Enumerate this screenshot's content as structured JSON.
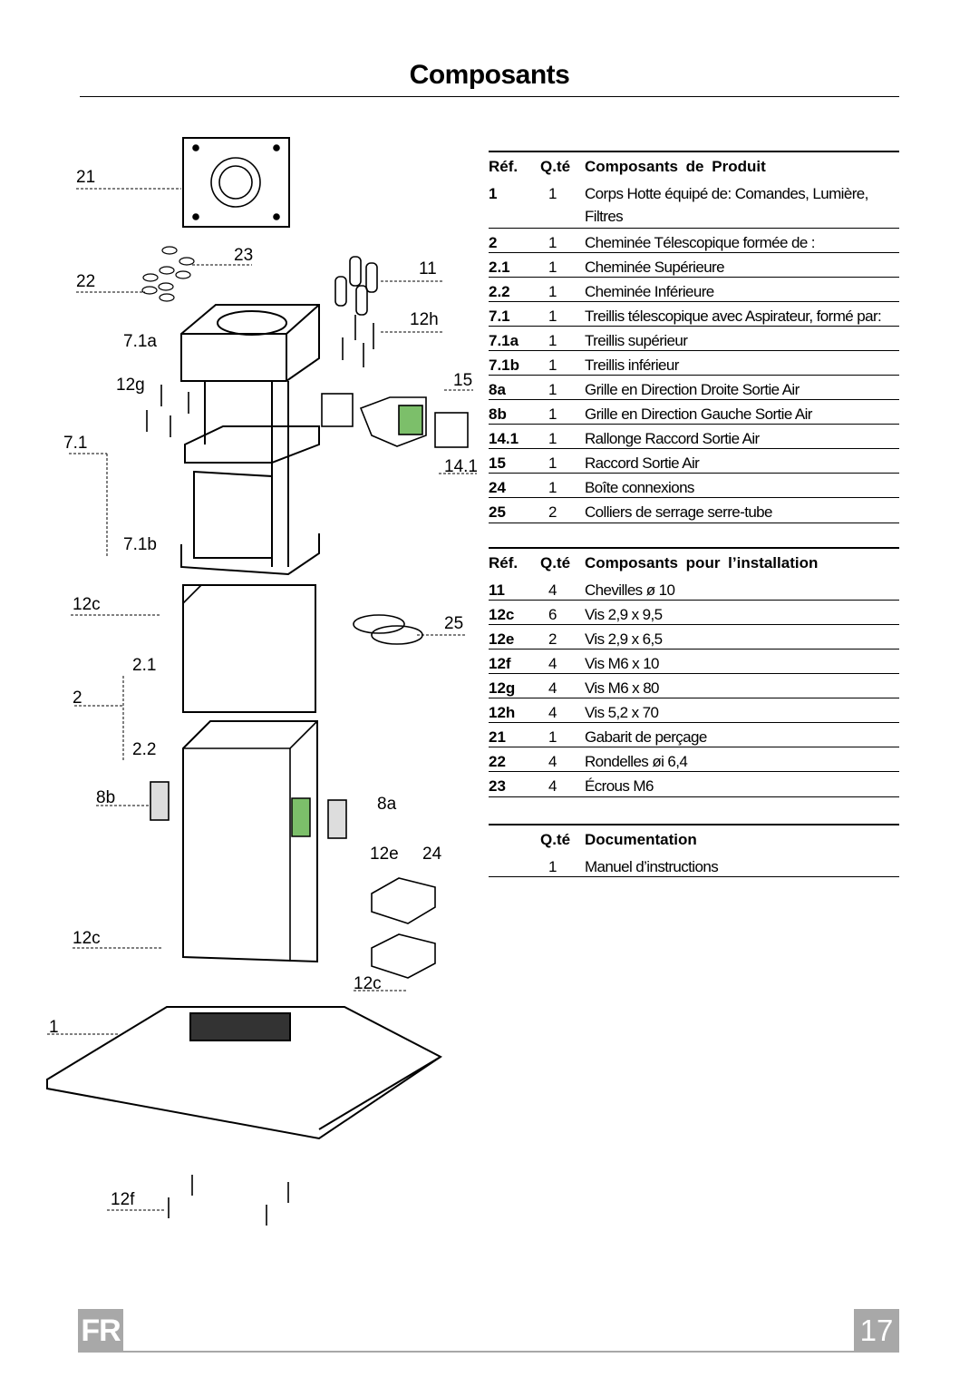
{
  "page_title": "Composants",
  "diagram_labels": {
    "l21": "21",
    "l23": "23",
    "l22": "22",
    "l11": "11",
    "l12h": "12h",
    "l71a": "7.1a",
    "l12g": "12g",
    "l15": "15",
    "l71": "7.1",
    "l141": "14.1",
    "l71b": "7.1b",
    "l12c_a": "12c",
    "l25": "25",
    "l21b": "2.1",
    "l2": "2",
    "l22b": "2.2",
    "l8b": "8b",
    "l8a": "8a",
    "l12e": "12e",
    "l24": "24",
    "l12c_b": "12c",
    "l12c_c": "12c",
    "l1": "1",
    "l12f": "12f"
  },
  "table_product": {
    "headers": {
      "ref": "Réf.",
      "qty": "Q.té",
      "desc": "Composants de Produit"
    },
    "rows": [
      {
        "ref": "1",
        "qty": "1",
        "desc": "Corps Hotte équipé de: Comandes, Lumière,",
        "desc2": "Filtres"
      },
      {
        "ref": "2",
        "qty": "1",
        "desc": "Cheminée Télescopique formée de :"
      },
      {
        "ref": "2.1",
        "qty": "1",
        "desc": "Cheminée Supérieure"
      },
      {
        "ref": "2.2",
        "qty": "1",
        "desc": "Cheminée Inférieure"
      },
      {
        "ref": "7.1",
        "qty": "1",
        "desc": "Treillis télescopique avec Aspirateur, formé par:"
      },
      {
        "ref": "7.1a",
        "qty": "1",
        "desc": "Treillis supérieur"
      },
      {
        "ref": "7.1b",
        "qty": "1",
        "desc": "Treillis inférieur"
      },
      {
        "ref": "8a",
        "qty": "1",
        "desc": "Grille en Direction Droite Sortie Air"
      },
      {
        "ref": "8b",
        "qty": "1",
        "desc": "Grille en Direction Gauche Sortie Air"
      },
      {
        "ref": "14.1",
        "qty": "1",
        "desc": "Rallonge Raccord Sortie Air"
      },
      {
        "ref": "15",
        "qty": "1",
        "desc": "Raccord Sortie Air"
      },
      {
        "ref": "24",
        "qty": "1",
        "desc": "Boîte connexions"
      },
      {
        "ref": "25",
        "qty": "2",
        "desc": "Colliers de serrage serre-tube"
      }
    ]
  },
  "table_install": {
    "headers": {
      "ref": "Réf.",
      "qty": "Q.té",
      "desc": "Composants pour l’installation"
    },
    "rows": [
      {
        "ref": "11",
        "qty": "4",
        "desc": "Chevilles ø 10"
      },
      {
        "ref": "12c",
        "qty": "6",
        "desc": "Vis 2,9 x 9,5"
      },
      {
        "ref": "12e",
        "qty": "2",
        "desc": "Vis 2,9 x 6,5"
      },
      {
        "ref": "12f",
        "qty": "4",
        "desc": "Vis M6 x 10"
      },
      {
        "ref": "12g",
        "qty": "4",
        "desc": "Vis M6 x 80"
      },
      {
        "ref": "12h",
        "qty": "4",
        "desc": "Vis 5,2 x 70"
      },
      {
        "ref": "21",
        "qty": "1",
        "desc": "Gabarit de perçage"
      },
      {
        "ref": "22",
        "qty": "4",
        "desc": "Rondelles øi 6,4"
      },
      {
        "ref": "23",
        "qty": "4",
        "desc": "Écrous M6"
      }
    ]
  },
  "table_docs": {
    "headers": {
      "qty": "Q.té",
      "desc": "Documentation"
    },
    "rows": [
      {
        "qty": "1",
        "desc": "Manuel d’instructions"
      }
    ]
  },
  "footer": {
    "lang": "FR",
    "page": "17"
  },
  "colors": {
    "accent_green": "#7cbf6a",
    "footer_gray": "#a8a8a8"
  }
}
